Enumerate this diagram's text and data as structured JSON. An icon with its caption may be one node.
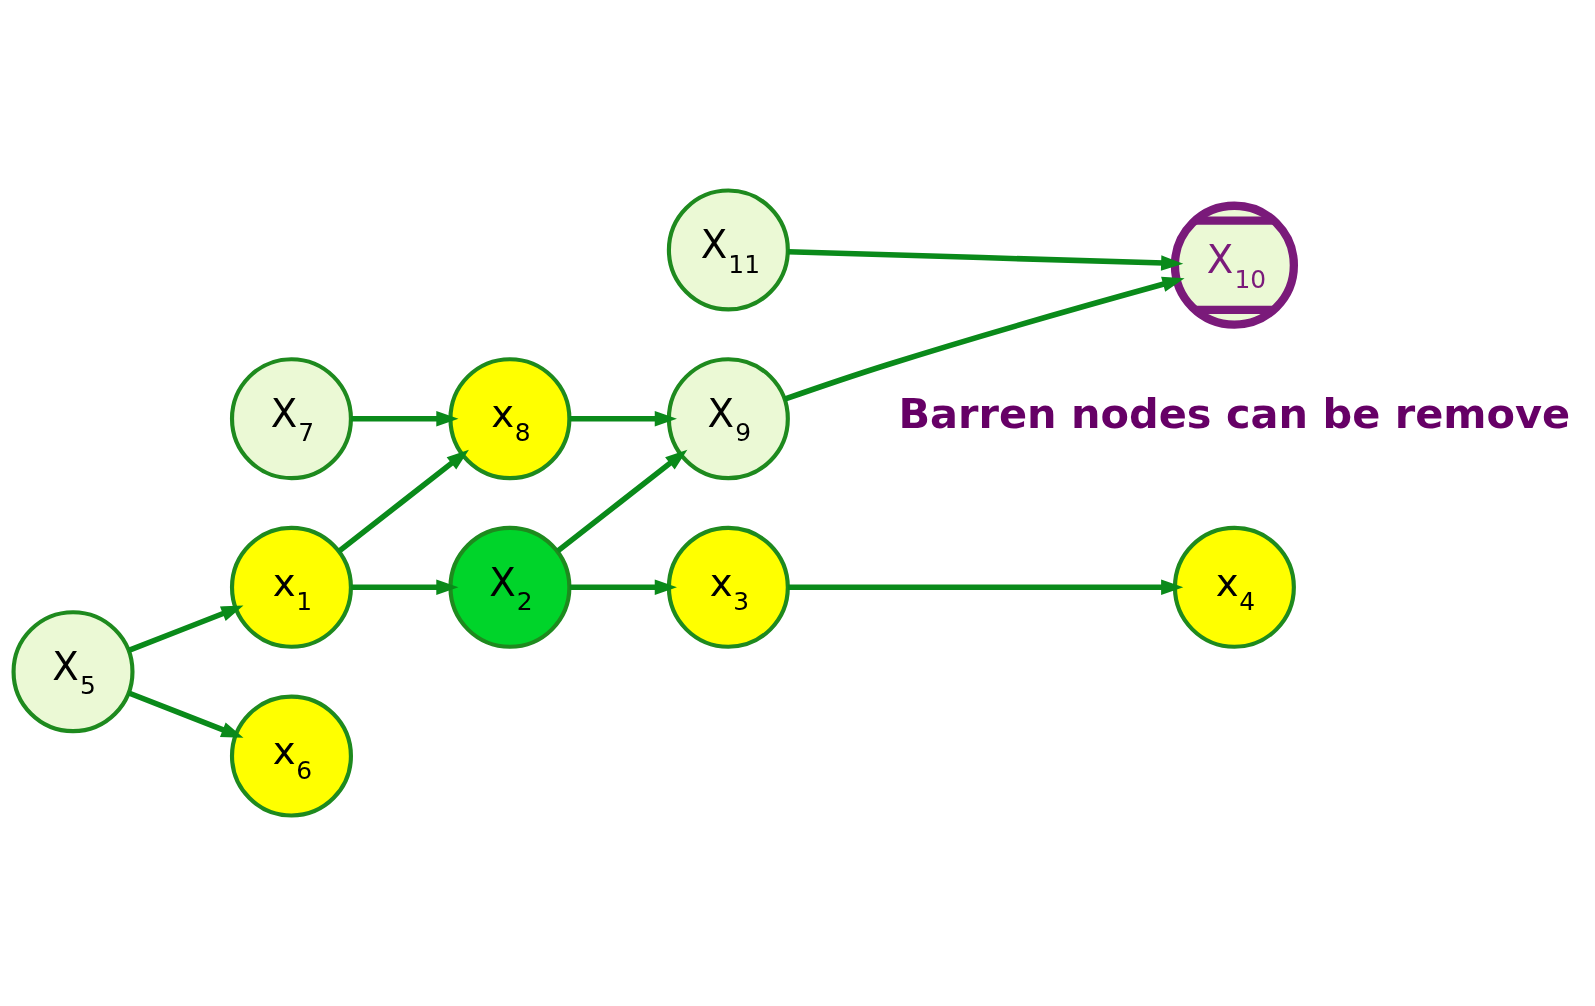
{
  "diagram": {
    "nodes": [
      {
        "text": [
          "X$_{7}$"
        ]
      },
      {
        "text": [
          "X$_{11}$"
        ]
      },
      {
        "text": [
          "x$_{8}$"
        ]
      },
      {
        "text": [
          "X$_{10}$"
        ]
      },
      {
        "text": [
          "x$_{1}$"
        ]
      },
      {
        "text": [
          "X$_{9}$"
        ]
      },
      {
        "text": [
          "X$_{2}$"
        ]
      },
      {
        "text": [
          "X$_{5}$"
        ]
      },
      {
        "text": [
          "x$_{3}$"
        ]
      },
      {
        "text": [
          "x$_{6}$"
        ]
      },
      {
        "text": [
          "x$_{4}$"
        ]
      }
    ],
    "edges": [
      {
        "from": 0,
        "to": 2,
        "arrow": "to"
      },
      {
        "from": 4,
        "to": 2,
        "arrow": "to"
      },
      {
        "from": 2,
        "to": 5,
        "arrow": "to"
      },
      {
        "from": 1,
        "to": 3,
        "arrow": "to"
      },
      {
        "from": 5,
        "to": 3,
        "arrow": "to"
      },
      {
        "from": 4,
        "to": 6,
        "arrow": "to"
      },
      {
        "from": 7,
        "to": 4,
        "arrow": "to"
      },
      {
        "from": 6,
        "to": 5,
        "arrow": "to"
      },
      {
        "from": 6,
        "to": 8,
        "arrow": "to"
      },
      {
        "from": 7,
        "to": 9,
        "arrow": "to"
      },
      {
        "from": 8,
        "to": 10,
        "arrow": "to"
      }
    ],
    "labels": [
      "Barren nodes can be remove"
    ]
  }
}
